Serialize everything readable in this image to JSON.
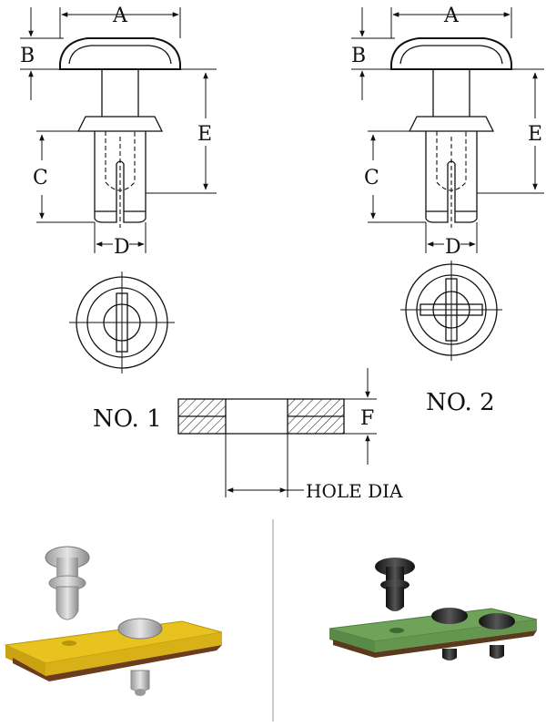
{
  "labels": {
    "a": "A",
    "b": "B",
    "c": "C",
    "d": "D",
    "e": "E",
    "f": "F",
    "no1": "NO. 1",
    "no2": "NO. 2",
    "hole_dia": "HOLE DIA"
  },
  "colors": {
    "plate_left_top": "#e8c21e",
    "plate_left_base": "#6b3d1c",
    "plate_right_top": "#6fa35a",
    "plate_right_base": "#5a3a1c",
    "rivet_light": "#c8c8c8",
    "rivet_dark": "#2a2a2a"
  }
}
